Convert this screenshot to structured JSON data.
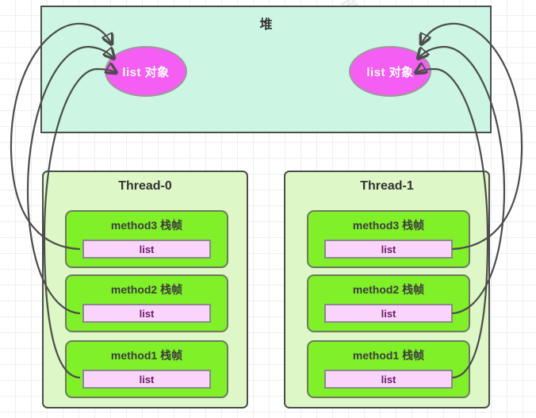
{
  "diagram": {
    "heap": {
      "title": "堆",
      "objects": [
        {
          "label": "list 对象",
          "side": "left"
        },
        {
          "label": "list 对象",
          "side": "right"
        }
      ]
    },
    "threads": [
      {
        "title": "Thread-0",
        "frames": [
          {
            "title": "method3 栈帧",
            "variable": "list"
          },
          {
            "title": "method2 栈帧",
            "variable": "list"
          },
          {
            "title": "method1 栈帧",
            "variable": "list"
          }
        ]
      },
      {
        "title": "Thread-1",
        "frames": [
          {
            "title": "method3 栈帧",
            "variable": "list"
          },
          {
            "title": "method2 栈帧",
            "variable": "list"
          },
          {
            "title": "method1 栈帧",
            "variable": "list"
          }
        ]
      }
    ],
    "watermark": {
      "line1": "黑马程序员",
      "line2": "www.itheima.com"
    },
    "colors": {
      "heap_fill": "#ccf5e3",
      "heap_object_fill": "#f55ef2",
      "thread_fill": "#ddf7c6",
      "frame_fill": "#80f029",
      "variable_fill": "#fad4fb",
      "border": "#4d4d4d",
      "arrow": "#4d4d4d",
      "grid": "#eceff1"
    }
  }
}
